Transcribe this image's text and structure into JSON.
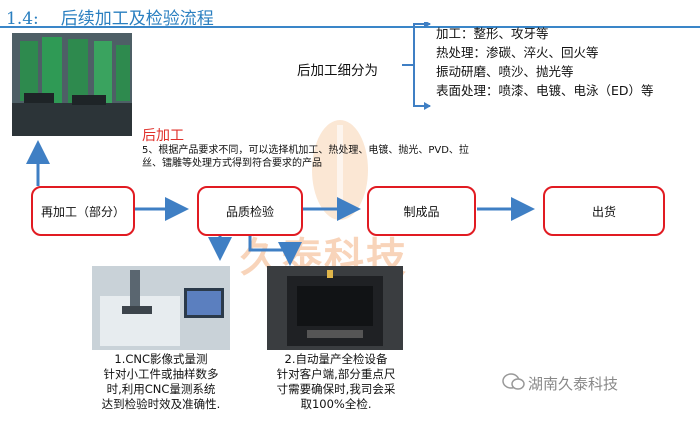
{
  "header": {
    "section_number": "1.4:",
    "title": "后续加工及检验流程"
  },
  "flow": {
    "nodes": [
      "再加工（部分）",
      "品质检验",
      "制成品",
      "出货"
    ],
    "red_label": "后加工",
    "note": "5、根据产品要求不同，可以选择机加工、热处理、电镀、抛光、PVD、拉丝、镭雕等处理方式得到符合要求的产品"
  },
  "post_processing": {
    "label": "后加工细分为",
    "items": [
      "加工：整形、攻牙等",
      "热处理：渗碳、淬火、回火等",
      "振动研磨、喷沙、抛光等",
      "表面处理：喷漆、电镀、电泳（ED）等"
    ]
  },
  "inspection": {
    "captions": [
      [
        "1.CNC影像式量测",
        "针对小工件或抽样数多",
        "时,利用CNC量测系统",
        "达到检验时效及准确性."
      ],
      [
        "2.自动量产全检设备",
        "针对客户端,部分重点尺",
        "寸需要确保时,我司会采",
        "取100%全检."
      ]
    ]
  },
  "branding": {
    "watermark": "久泰科技",
    "wechat": "湖南久泰科技"
  },
  "colors": {
    "accent_blue": "#2a7fc0",
    "node_border": "#e11b22",
    "arrow": "#3f7fc4"
  }
}
